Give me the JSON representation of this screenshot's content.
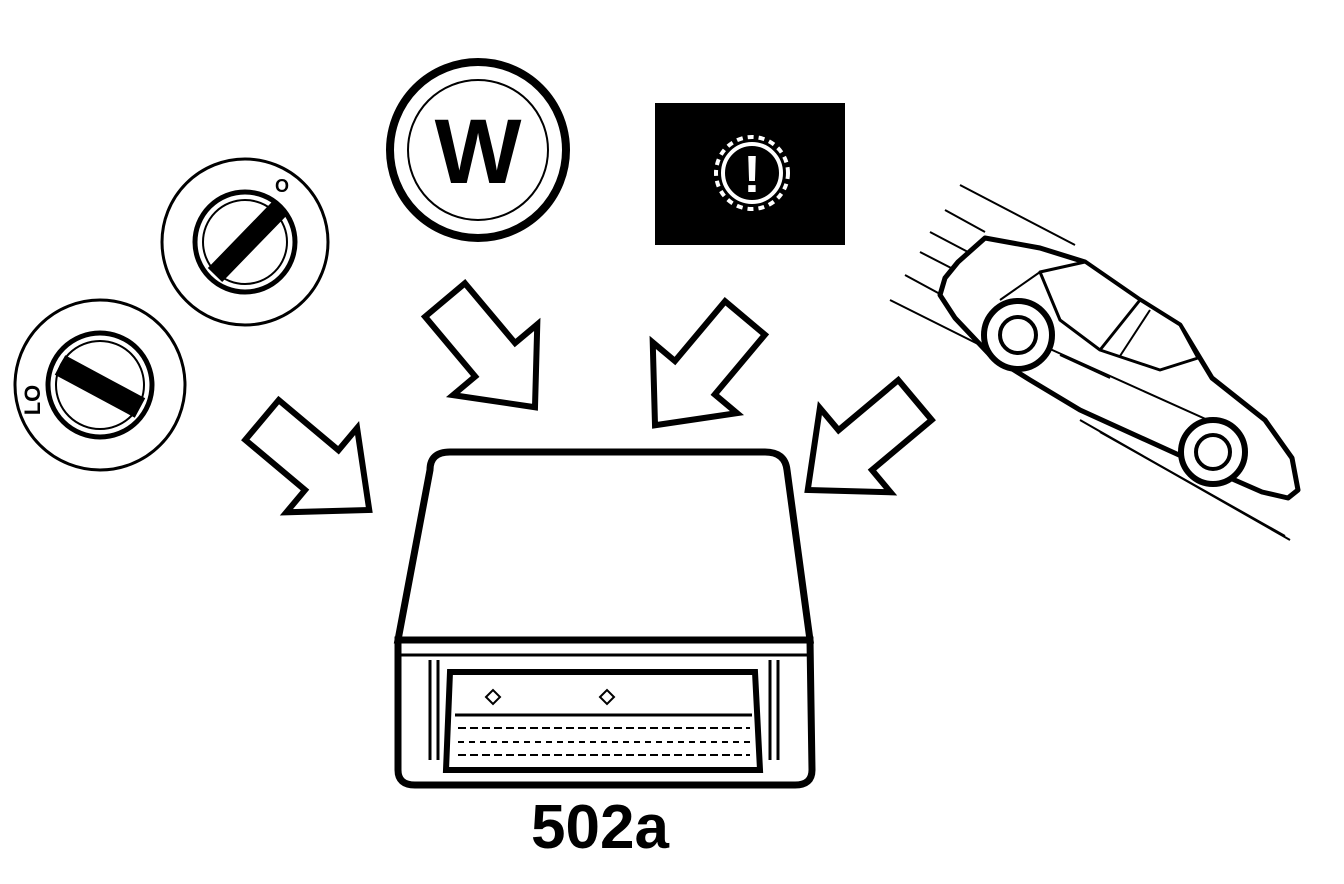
{
  "switch_lo": {
    "label": "LO"
  },
  "switch_o": {
    "label": "O"
  },
  "winter_symbol": {
    "label": "W"
  },
  "warning_symbol": {
    "label": "!"
  },
  "control_unit": {
    "label": "502a"
  },
  "colors": {
    "ink": "#000000",
    "paper": "#ffffff"
  }
}
